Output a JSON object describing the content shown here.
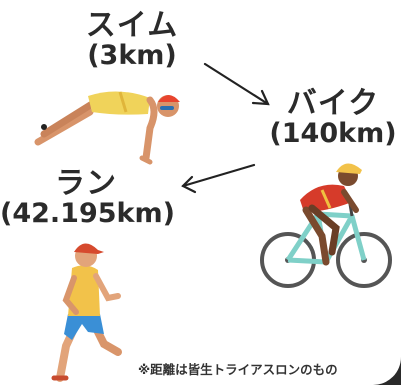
{
  "stages": [
    {
      "name": "スイム",
      "distance": "(3km)"
    },
    {
      "name": "バイク",
      "distance": "(140km)"
    },
    {
      "name": "ラン",
      "distance": "(42.195km)"
    }
  ],
  "footnote": "※距離は皆生トライアスロンのもの",
  "colors": {
    "background": "#ffffff",
    "text": "#2b2b2b",
    "swimsuit": "#f0d35a",
    "cyclist_jersey": "#d63b2a",
    "bike_frame": "#7fd0c8",
    "runner_shirt": "#f2c24a",
    "runner_shorts": "#3a8fd6"
  },
  "icons": [
    "swimmer-icon",
    "cyclist-icon",
    "runner-icon",
    "arrow-icon"
  ]
}
